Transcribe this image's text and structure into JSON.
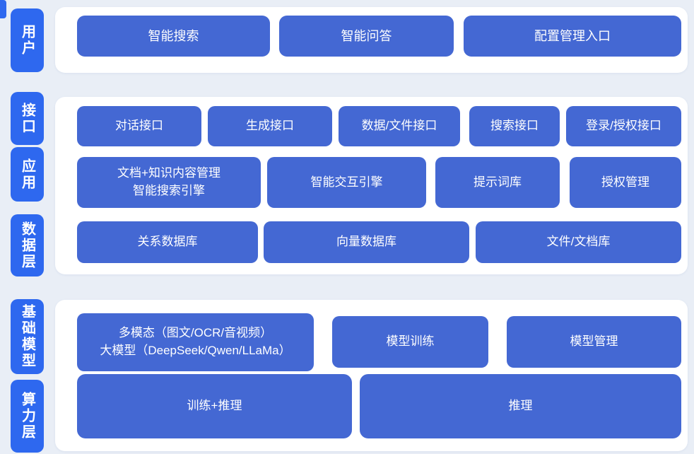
{
  "colors": {
    "page_background": "#e9eef6",
    "panel": "#ffffff",
    "layer_label_blue": "#2e68ef",
    "block_blue": "#4468d3",
    "text_white": "#ffffff"
  },
  "diagram": {
    "type": "layered-architecture",
    "sections": {
      "user": {
        "label": "用户",
        "buttons": [
          "智能搜索",
          "智能问答",
          "配置管理入口"
        ]
      },
      "interface": {
        "label": "接口",
        "buttons": [
          "对话接口",
          "生成接口",
          "数据/文件接口",
          "搜索接口",
          "登录/授权接口"
        ]
      },
      "application": {
        "label": "应用",
        "buttons": [
          "文档+知识内容管理\n智能搜索引擎",
          "智能交互引擎",
          "提示词库",
          "授权管理"
        ]
      },
      "data": {
        "label": "数据层",
        "buttons": [
          "关系数据库",
          "向量数据库",
          "文件/文档库"
        ]
      },
      "model": {
        "label": "基础模型",
        "buttons": [
          "多模态（图文/OCR/音视频）\n大模型（DeepSeek/Qwen/LLaMa）",
          "模型训练",
          "模型管理"
        ]
      },
      "compute": {
        "label": "算力层",
        "buttons": [
          "训练+推理",
          "推理"
        ]
      }
    }
  }
}
